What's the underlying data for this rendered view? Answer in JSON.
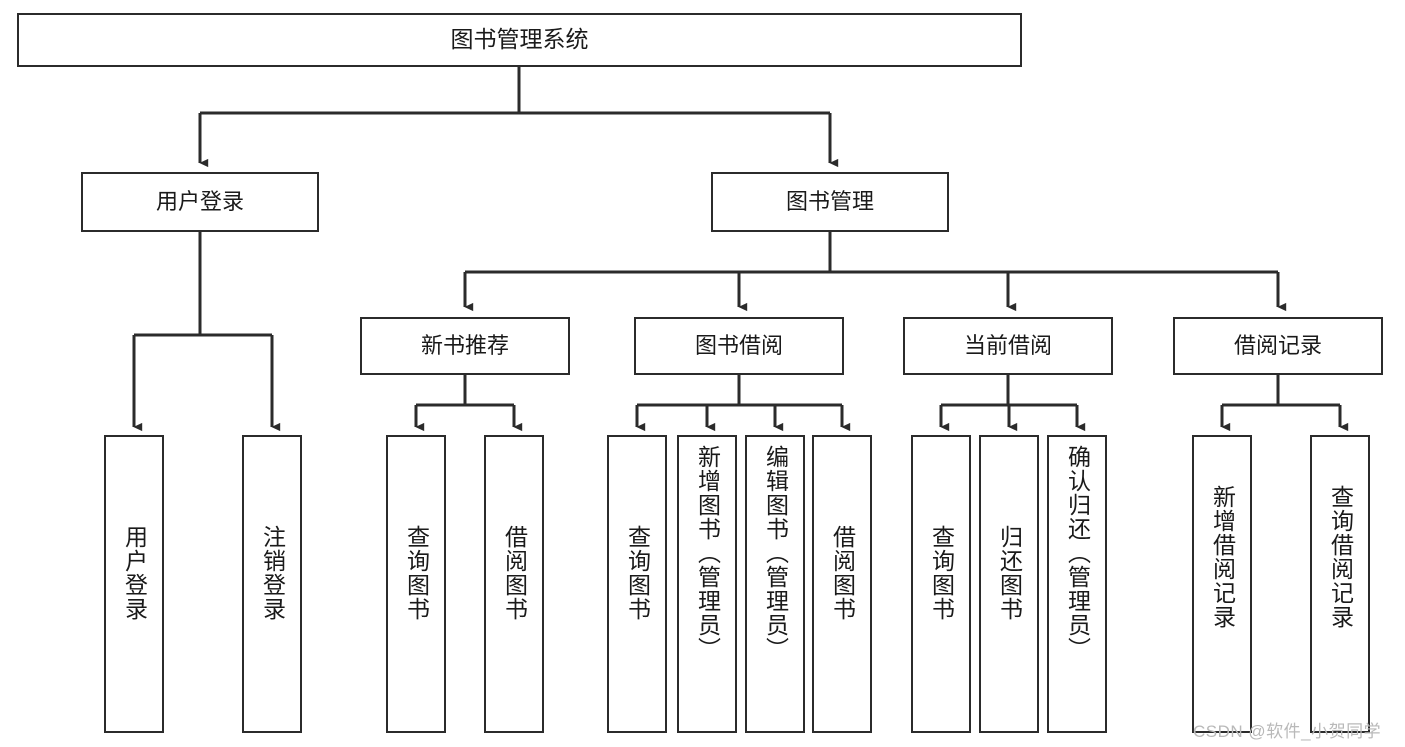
{
  "diagram": {
    "title": "图书管理系统",
    "type": "hierarchy-tree",
    "root": {
      "id": "root",
      "label": "图书管理系统"
    },
    "level2": [
      {
        "id": "user-login",
        "label": "用户登录"
      },
      {
        "id": "book-manage",
        "label": "图书管理"
      }
    ],
    "level3": [
      {
        "id": "new-book-recommend",
        "label": "新书推荐",
        "parent": "book-manage"
      },
      {
        "id": "book-borrow",
        "label": "图书借阅",
        "parent": "book-manage"
      },
      {
        "id": "current-borrow",
        "label": "当前借阅",
        "parent": "book-manage"
      },
      {
        "id": "borrow-record",
        "label": "借阅记录",
        "parent": "book-manage"
      }
    ],
    "leaves": [
      {
        "id": "leaf-user-login",
        "label": "用户登录",
        "parent": "user-login"
      },
      {
        "id": "leaf-user-logout",
        "label": "注销登录",
        "parent": "user-login"
      },
      {
        "id": "leaf-query-book-1",
        "label": "查询图书",
        "parent": "new-book-recommend"
      },
      {
        "id": "leaf-borrow-book-1",
        "label": "借阅图书",
        "parent": "new-book-recommend"
      },
      {
        "id": "leaf-query-book-2",
        "label": "查询图书",
        "parent": "book-borrow"
      },
      {
        "id": "leaf-add-book",
        "label": "新增图书（管理员）",
        "parent": "book-borrow"
      },
      {
        "id": "leaf-edit-book",
        "label": "编辑图书（管理员）",
        "parent": "book-borrow"
      },
      {
        "id": "leaf-borrow-book-2",
        "label": "借阅图书",
        "parent": "book-borrow"
      },
      {
        "id": "leaf-query-book-3",
        "label": "查询图书",
        "parent": "current-borrow"
      },
      {
        "id": "leaf-return-book",
        "label": "归还图书",
        "parent": "current-borrow"
      },
      {
        "id": "leaf-confirm-return",
        "label": "确认归还（管理员）",
        "parent": "current-borrow"
      },
      {
        "id": "leaf-add-record",
        "label": "新增借阅记录",
        "parent": "borrow-record"
      },
      {
        "id": "leaf-query-record",
        "label": "查询借阅记录",
        "parent": "borrow-record"
      }
    ],
    "watermark": "CSDN @软件_小贺同学",
    "colors": {
      "border": "#2b2b2b",
      "background": "#ffffff",
      "text": "#1a1a1a",
      "edge": "#2b2b2b",
      "watermark": "#b9b9b9"
    }
  }
}
